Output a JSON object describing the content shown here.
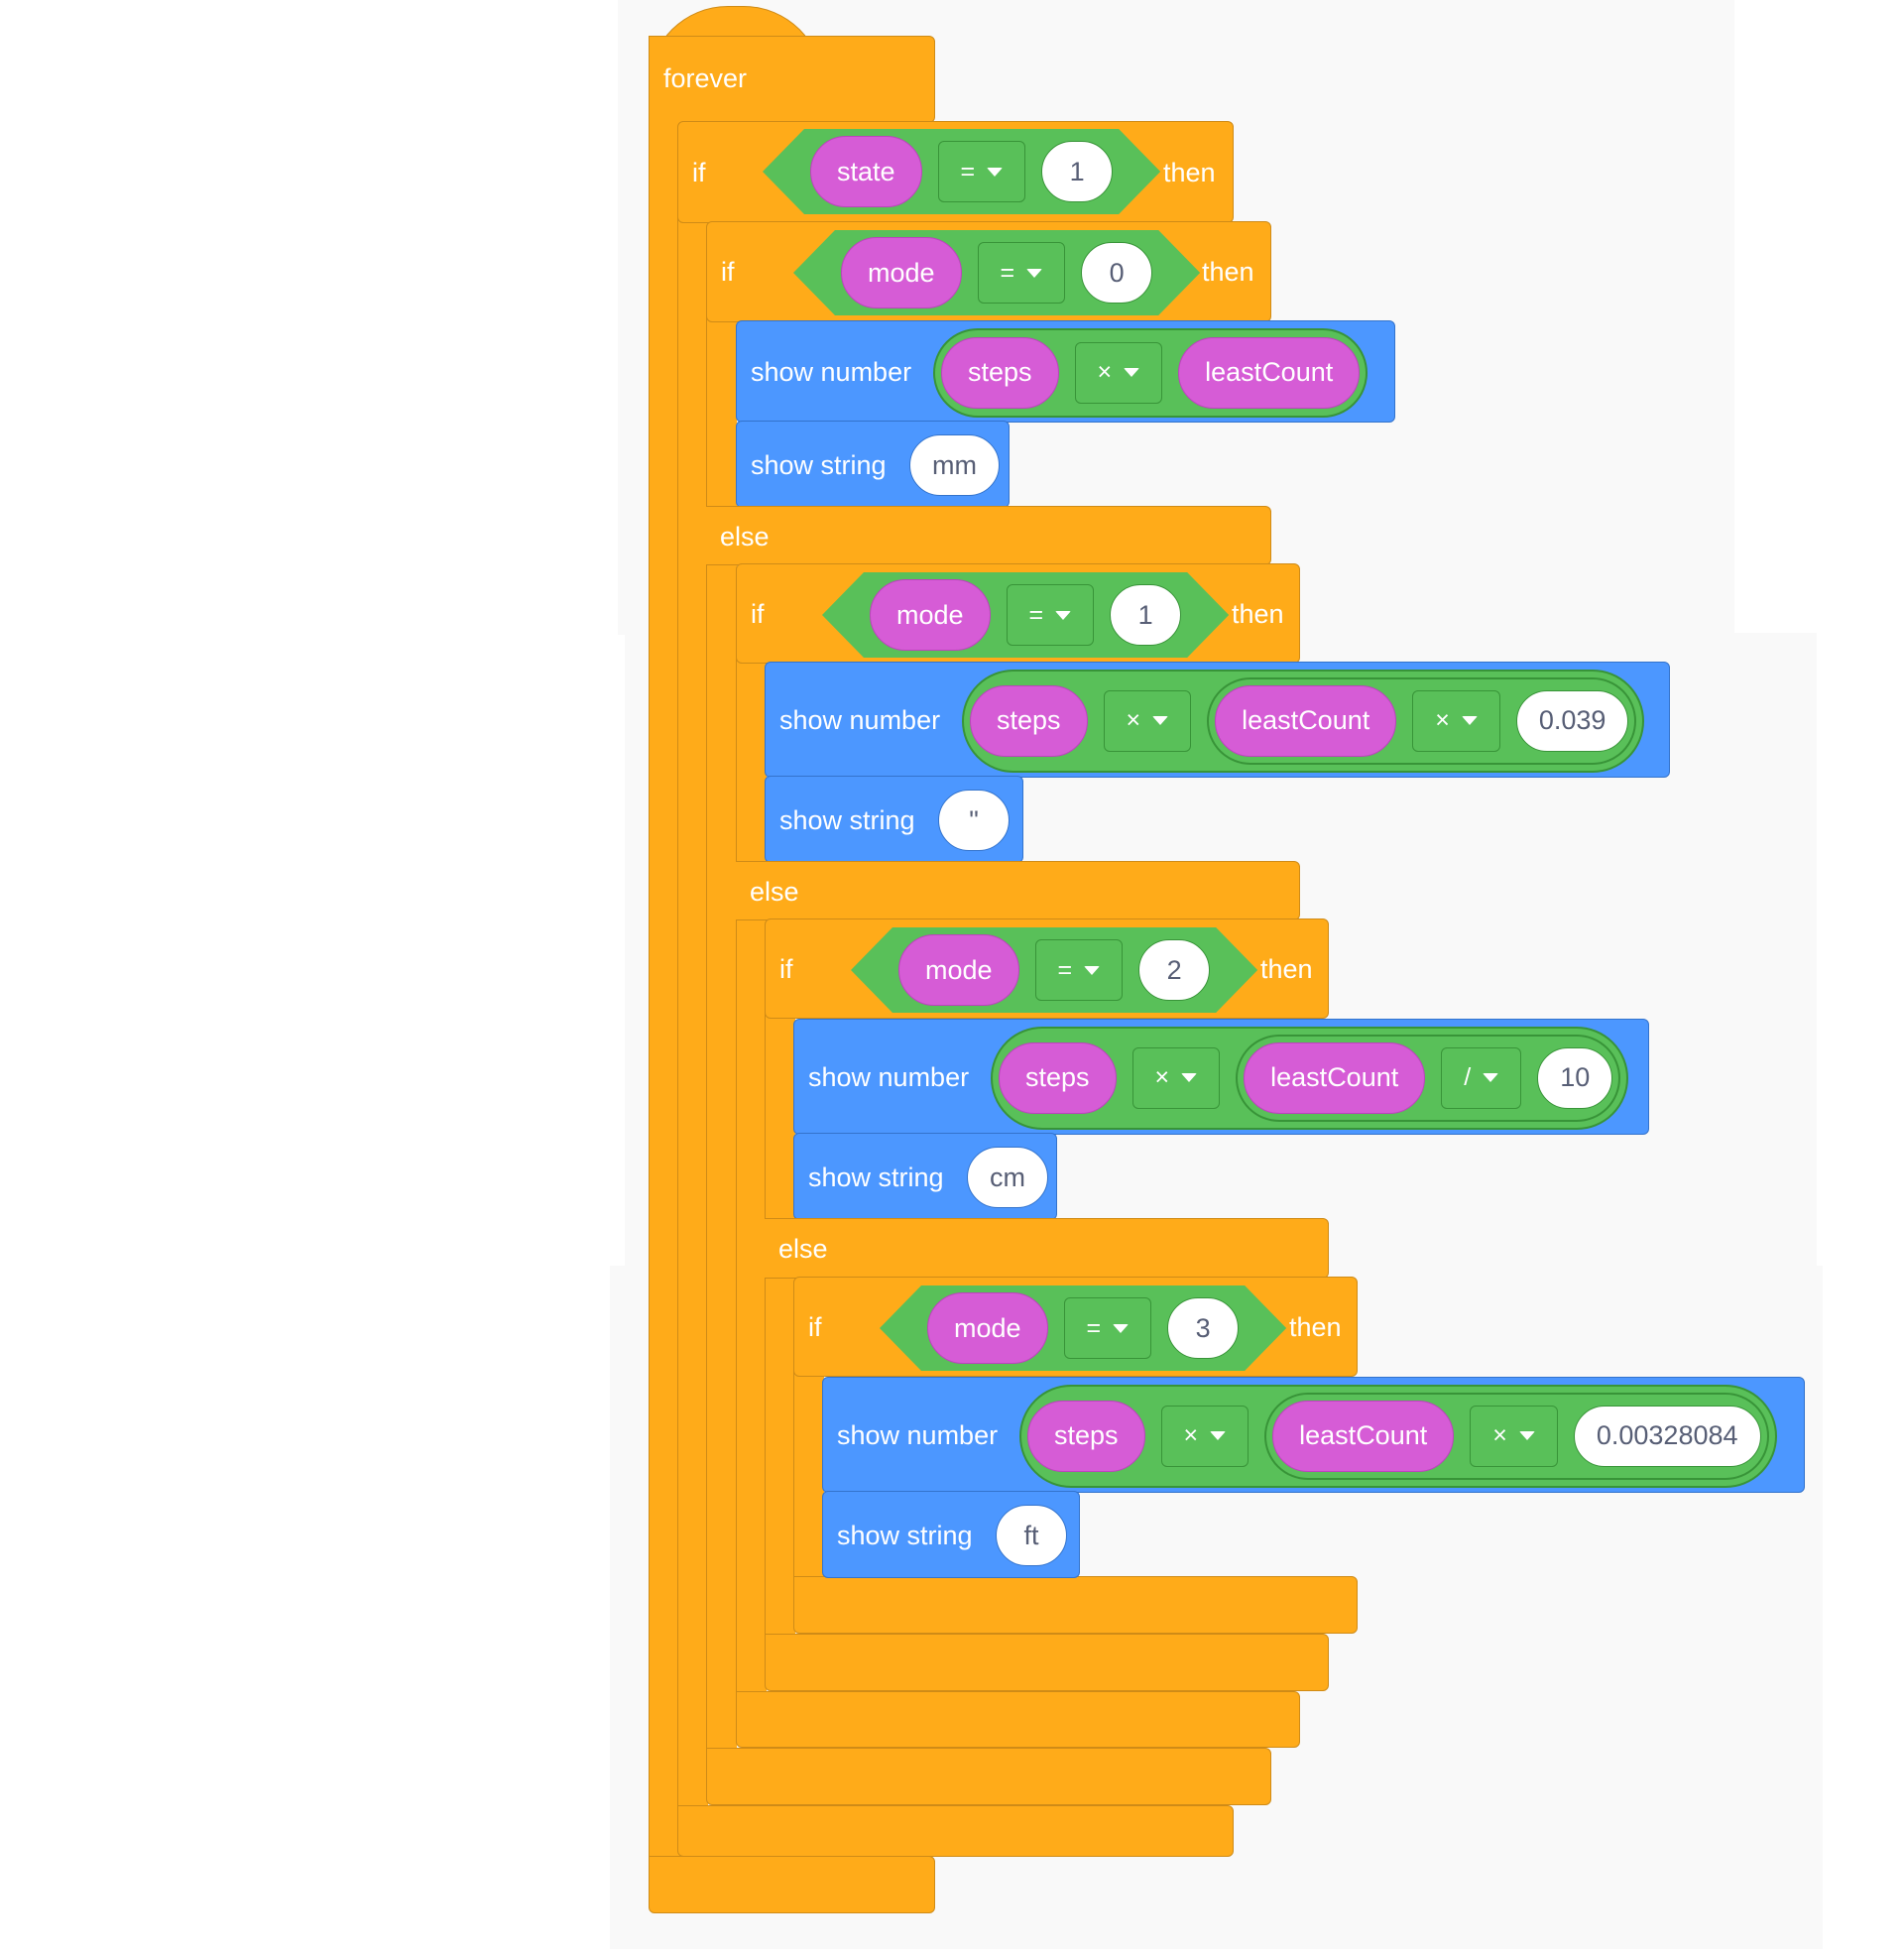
{
  "canvas": {
    "background": "#ffffff",
    "workspace": "#f9f9f9"
  },
  "colors": {
    "control": "#ffab19",
    "control_border": "#cf8b17",
    "motion": "#4c97ff",
    "motion_border": "#3373cc",
    "operator": "#59c059",
    "operator_border": "#389438",
    "variable": "#d65cd6",
    "input_text": "#575e75"
  },
  "forever": {
    "label": "forever"
  },
  "if1": {
    "if": "if",
    "var": "state",
    "op": "=",
    "value": "1",
    "then": "then"
  },
  "if2": {
    "if": "if",
    "var": "mode",
    "op": "=",
    "value": "0",
    "then": "then",
    "show_number": {
      "label": "show number",
      "a": "steps",
      "op": "×",
      "b": "leastCount"
    },
    "show_string": {
      "label": "show string",
      "value": "mm"
    },
    "else": "else"
  },
  "if3": {
    "if": "if",
    "var": "mode",
    "op": "=",
    "value": "1",
    "then": "then",
    "show_number": {
      "label": "show number",
      "a": "steps",
      "op": "×",
      "b": "leastCount",
      "op2": "×",
      "c": "0.039"
    },
    "show_string": {
      "label": "show string",
      "value": "\""
    },
    "else": "else"
  },
  "if4": {
    "if": "if",
    "var": "mode",
    "op": "=",
    "value": "2",
    "then": "then",
    "show_number": {
      "label": "show number",
      "a": "steps",
      "op": "×",
      "b": "leastCount",
      "op2": "/",
      "c": "10"
    },
    "show_string": {
      "label": "show string",
      "value": "cm"
    },
    "else": "else"
  },
  "if5": {
    "if": "if",
    "var": "mode",
    "op": "=",
    "value": "3",
    "then": "then",
    "show_number": {
      "label": "show number",
      "a": "steps",
      "op": "×",
      "b": "leastCount",
      "op2": "×",
      "c": "0.00328084"
    },
    "show_string": {
      "label": "show string",
      "value": "ft"
    }
  }
}
